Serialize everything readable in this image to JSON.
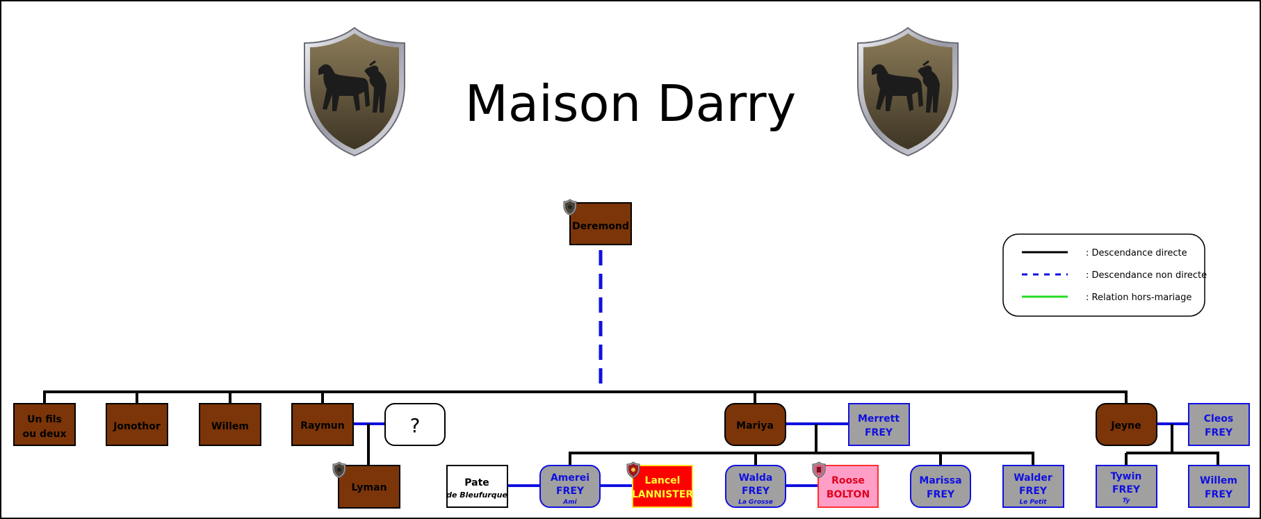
{
  "title": "Maison Darry",
  "colors": {
    "darry": "#7b3508",
    "frey_fill": "#a0a0a0",
    "frey_text": "#1010e0",
    "frey_border": "#1010e0",
    "lannister_fill": "#ff0000",
    "lannister_text": "#ffff33",
    "lannister_border": "#ffe030",
    "bolton_fill": "#ff9ec7",
    "bolton_text": "#e00020",
    "bolton_border": "#ff3030",
    "direct_line": "#000000",
    "indirect_line": "#1010e0",
    "marriage_line": "#1010e0",
    "extramarital_line": "#22dd22"
  },
  "crest": {
    "icon": "horse-and-man-shield-icon"
  },
  "legend": {
    "direct": ": Descendance directe",
    "indirect": ": Descendance non directe",
    "extramarital": ": Relation hors-mariage"
  },
  "people": {
    "deremond": {
      "lines": [
        "Deremond"
      ]
    },
    "un_fils": {
      "lines": [
        "Un fils",
        "ou deux"
      ]
    },
    "jonothor": {
      "lines": [
        "Jonothor"
      ]
    },
    "willem_darry": {
      "lines": [
        "Willem"
      ]
    },
    "raymun": {
      "lines": [
        "Raymun"
      ]
    },
    "unknown_spouse": {
      "lines": [
        "?"
      ]
    },
    "lyman": {
      "lines": [
        "Lyman"
      ]
    },
    "mariya": {
      "lines": [
        "Mariya"
      ]
    },
    "merrett": {
      "lines": [
        "Merrett",
        "FREY"
      ]
    },
    "jeyne": {
      "lines": [
        "Jeyne"
      ]
    },
    "cleos": {
      "lines": [
        "Cleos",
        "FREY"
      ]
    },
    "pate": {
      "lines": [
        "Pate"
      ],
      "sub": "de Bleufurque"
    },
    "amerei": {
      "lines": [
        "Amerei",
        "FREY"
      ],
      "sub": "Ami"
    },
    "lancel": {
      "lines": [
        "Lancel",
        "LANNISTER"
      ]
    },
    "walda": {
      "lines": [
        "Walda",
        "FREY"
      ],
      "sub": "La Grosse"
    },
    "roose": {
      "lines": [
        "Roose",
        "BOLTON"
      ]
    },
    "marissa": {
      "lines": [
        "Marissa",
        "FREY"
      ]
    },
    "walder": {
      "lines": [
        "Walder",
        "FREY"
      ],
      "sub": "Le Petit"
    },
    "tywin": {
      "lines": [
        "Tywin",
        "FREY"
      ],
      "sub": "Ty"
    },
    "willem_frey": {
      "lines": [
        "Willem",
        "FREY"
      ]
    }
  }
}
